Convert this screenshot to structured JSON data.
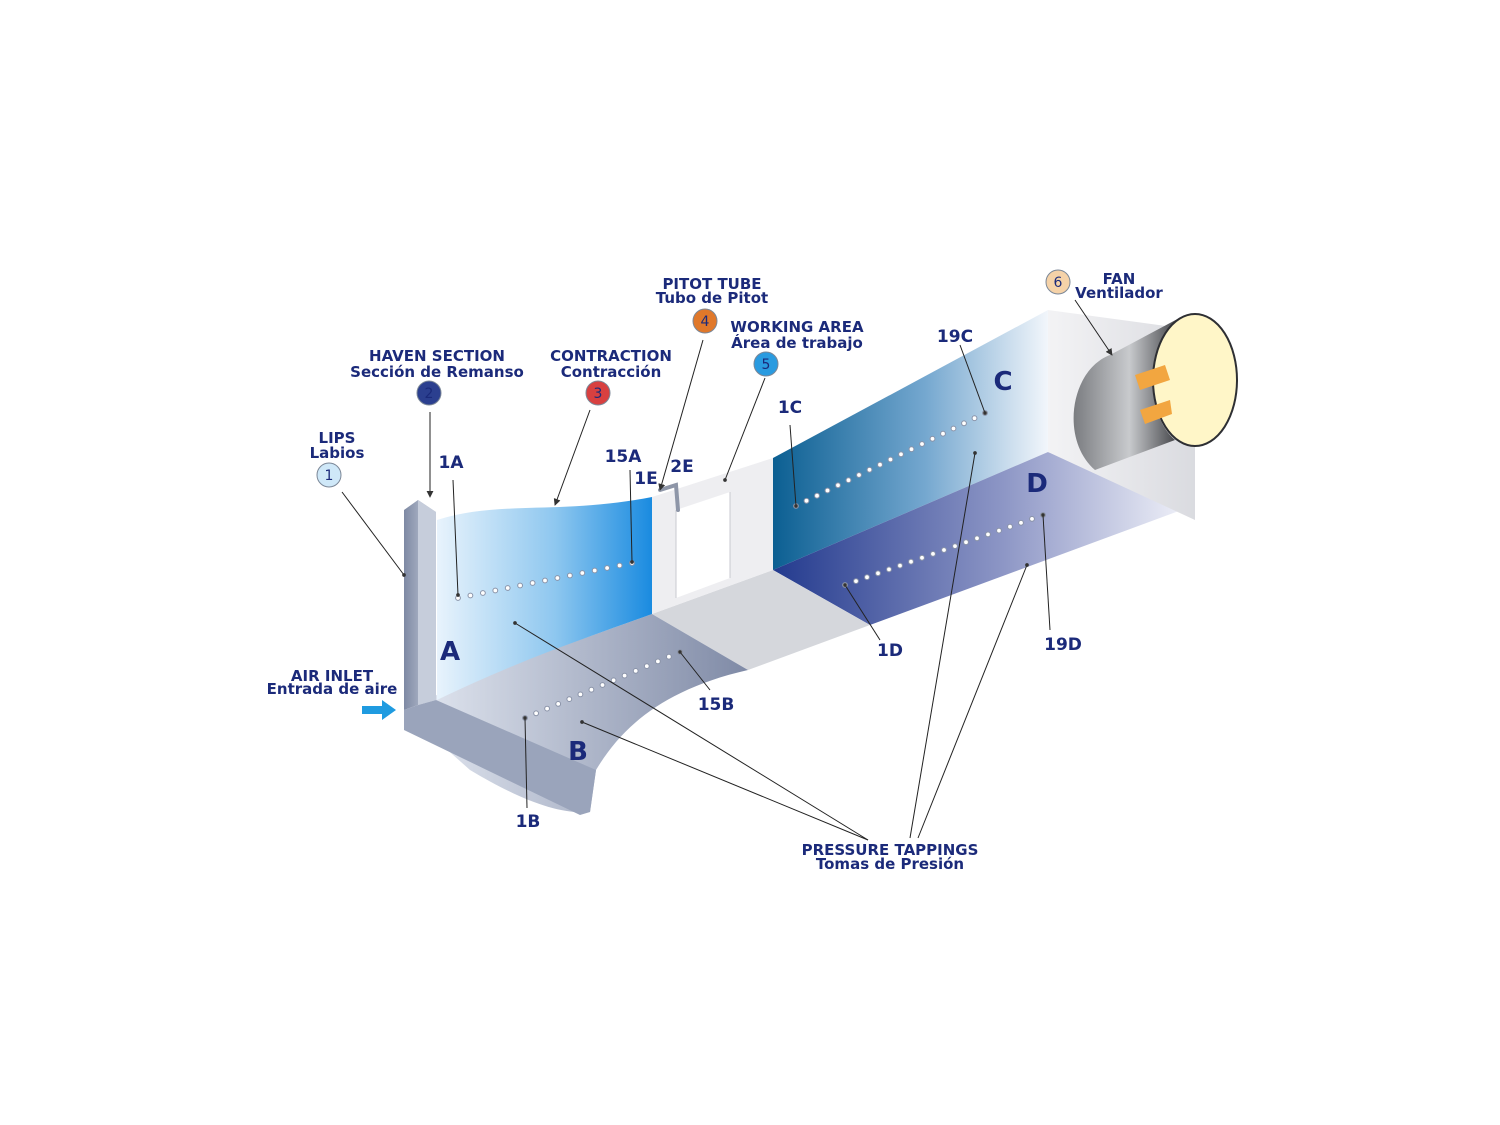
{
  "components": [
    {
      "number": "1",
      "title": "LIPS",
      "subtitle": "Labios",
      "color": "#cfe8f8"
    },
    {
      "number": "2",
      "title": "HAVEN SECTION",
      "subtitle": "Sección de Remanso",
      "color": "#2b3f8f"
    },
    {
      "number": "3",
      "title": "CONTRACTION",
      "subtitle": "Contracción",
      "color": "#d84040"
    },
    {
      "number": "4",
      "title": "PITOT TUBE",
      "subtitle": "Tubo de Pitot",
      "color": "#e0782a"
    },
    {
      "number": "5",
      "title": "WORKING AREA",
      "subtitle": "Área de trabajo",
      "color": "#2a9be0"
    },
    {
      "number": "6",
      "title": "FAN",
      "subtitle": "Ventilador",
      "color": "#f5d2a8"
    }
  ],
  "air_inlet": {
    "title": "AIR INLET",
    "subtitle": "Entrada de aire",
    "arrow_color": "#1f9be0"
  },
  "pressure_tappings": {
    "title": "PRESSURE TAPPINGS",
    "subtitle": "Tomas de Presión"
  },
  "sections": {
    "a": "A",
    "b": "B",
    "c": "C",
    "d": "D"
  },
  "points": {
    "p1a": "1A",
    "p15a": "15A",
    "p1e": "1E",
    "p2e": "2E",
    "p1b": "1B",
    "p15b": "15B",
    "p1c": "1C",
    "p19c": "19C",
    "p1d": "1D",
    "p19d": "19D"
  },
  "colors": {
    "text": "#1b2a7a",
    "duct_blue": "#1c6fb5",
    "fan_yellow": "#fff4b8",
    "fan_orange": "#f2a640"
  }
}
